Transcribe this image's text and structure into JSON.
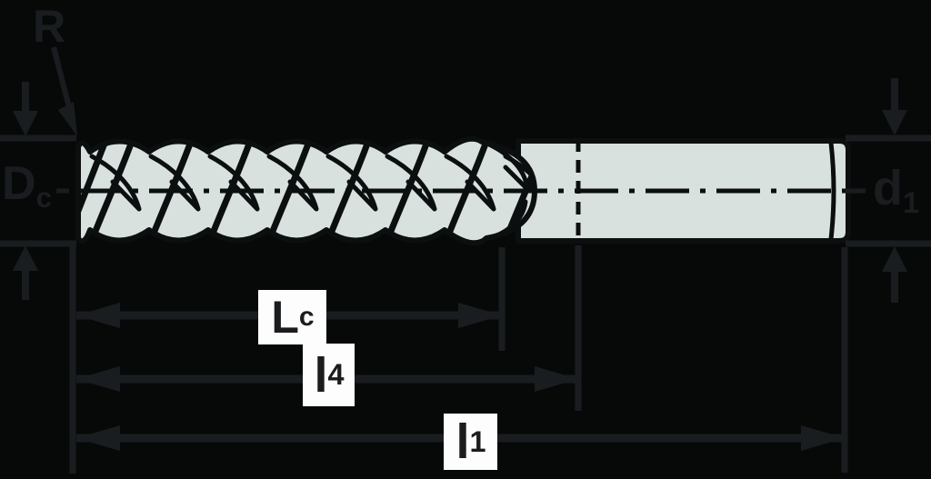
{
  "figure": {
    "type": "technical-drawing",
    "subject": "end-mill-side-view-with-dimension-callouts",
    "colors": {
      "background": "#070909",
      "body_fill": "#d9e1df",
      "outline": "#0c0f0f",
      "dimension": "#1a1d1f",
      "label_box_bg": "#fdfdfd",
      "label_box_text": "#1b1c1e"
    },
    "labels": {
      "r": {
        "main": "R",
        "sub": ""
      },
      "dc": {
        "main": "D",
        "sub": "c"
      },
      "d1": {
        "main": "d",
        "sub": "1"
      },
      "lc": {
        "main": "L",
        "sub": "c"
      },
      "l4": {
        "main": "l",
        "sub": "4"
      },
      "l1": {
        "main": "l",
        "sub": "1"
      }
    }
  }
}
